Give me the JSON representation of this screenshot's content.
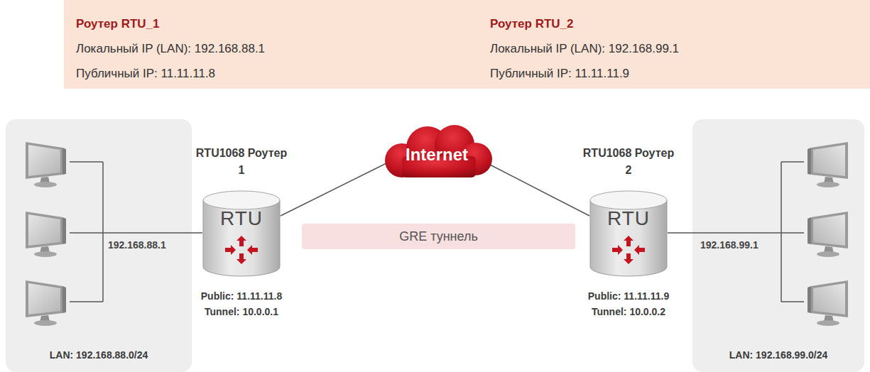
{
  "diagram": {
    "nodes": [
      {
        "text": [
          "LAN: 192.168.88.0/24"
        ]
      },
      {
        "text": [
          "RTU1068 Роутер 1",
          "RTU",
          "Public: 11.11.11.8 Tunnel: 10.0.0.1"
        ]
      },
      {
        "text": [
          "Internet"
        ]
      },
      {
        "text": [
          "GRE туннель"
        ]
      },
      {
        "text": [
          "RTU1068 Роутер 2",
          "RTU",
          "Public: 11.11.11.9 Tunnel: 10.0.0.2"
        ]
      },
      {
        "text": [
          "LAN: 192.168.99.0/24"
        ]
      }
    ],
    "edges": [
      {
        "from": 1,
        "to": 2,
        "arrow": "none"
      },
      {
        "from": 2,
        "to": 4,
        "arrow": "none"
      }
    ],
    "labels": [
      "Роутер RTU_1",
      "Локальный IP (LAN): 192.168.88.1",
      "Публичный IP: 11.11.11.8",
      "Роутер RTU_2",
      "Локальный IP (LAN): 192.168.99.1",
      "Публичный IP: 11.11.11.9",
      "192.168.88.1",
      "192.168.99.1"
    ]
  }
}
